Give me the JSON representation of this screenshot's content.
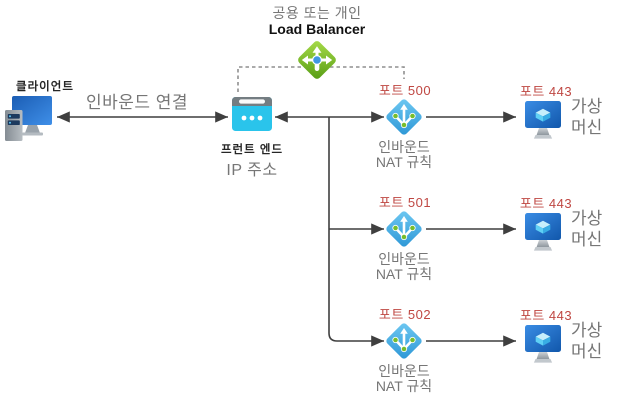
{
  "header": {
    "subtitle": "공용 또는 개인",
    "title": "Load Balancer"
  },
  "client": {
    "label": "클라이언트"
  },
  "connection_label": "인바운드 연결",
  "frontend": {
    "name": "프런트 엔드",
    "address": "IP 주소"
  },
  "rows": [
    {
      "nat_port": "포트 500",
      "nat_label_1": "인바운드",
      "nat_label_2": "NAT 규칙",
      "vm_port": "포트 443",
      "vm_label_1": "가상",
      "vm_label_2": "머신"
    },
    {
      "nat_port": "포트 501",
      "nat_label_1": "인바운드",
      "nat_label_2": "NAT 규칙",
      "vm_port": "포트 443",
      "vm_label_1": "가상",
      "vm_label_2": "머신"
    },
    {
      "nat_port": "포트 502",
      "nat_label_1": "인바운드",
      "nat_label_2": "NAT 규칙",
      "vm_port": "포트 443",
      "vm_label_1": "가상",
      "vm_label_2": "머신"
    }
  ],
  "icons": {
    "load_balancer": "load-balancer-icon",
    "client": "client-computer-icon",
    "frontend_ip": "frontend-ip-icon",
    "nat_rule": "inbound-nat-rule-icon",
    "virtual_machine": "virtual-machine-icon"
  },
  "colors": {
    "port_text": "#bf4742",
    "muted_text": "#767676",
    "dark_text": "#262626",
    "line": "#3f3f3f",
    "dashed_line": "#8f8f8f",
    "lb_green": "#76b832",
    "nat_blue": "#45b0e6",
    "frontend_cyan": "#2ac4eb",
    "vm_blue": "#2f7ed3"
  }
}
